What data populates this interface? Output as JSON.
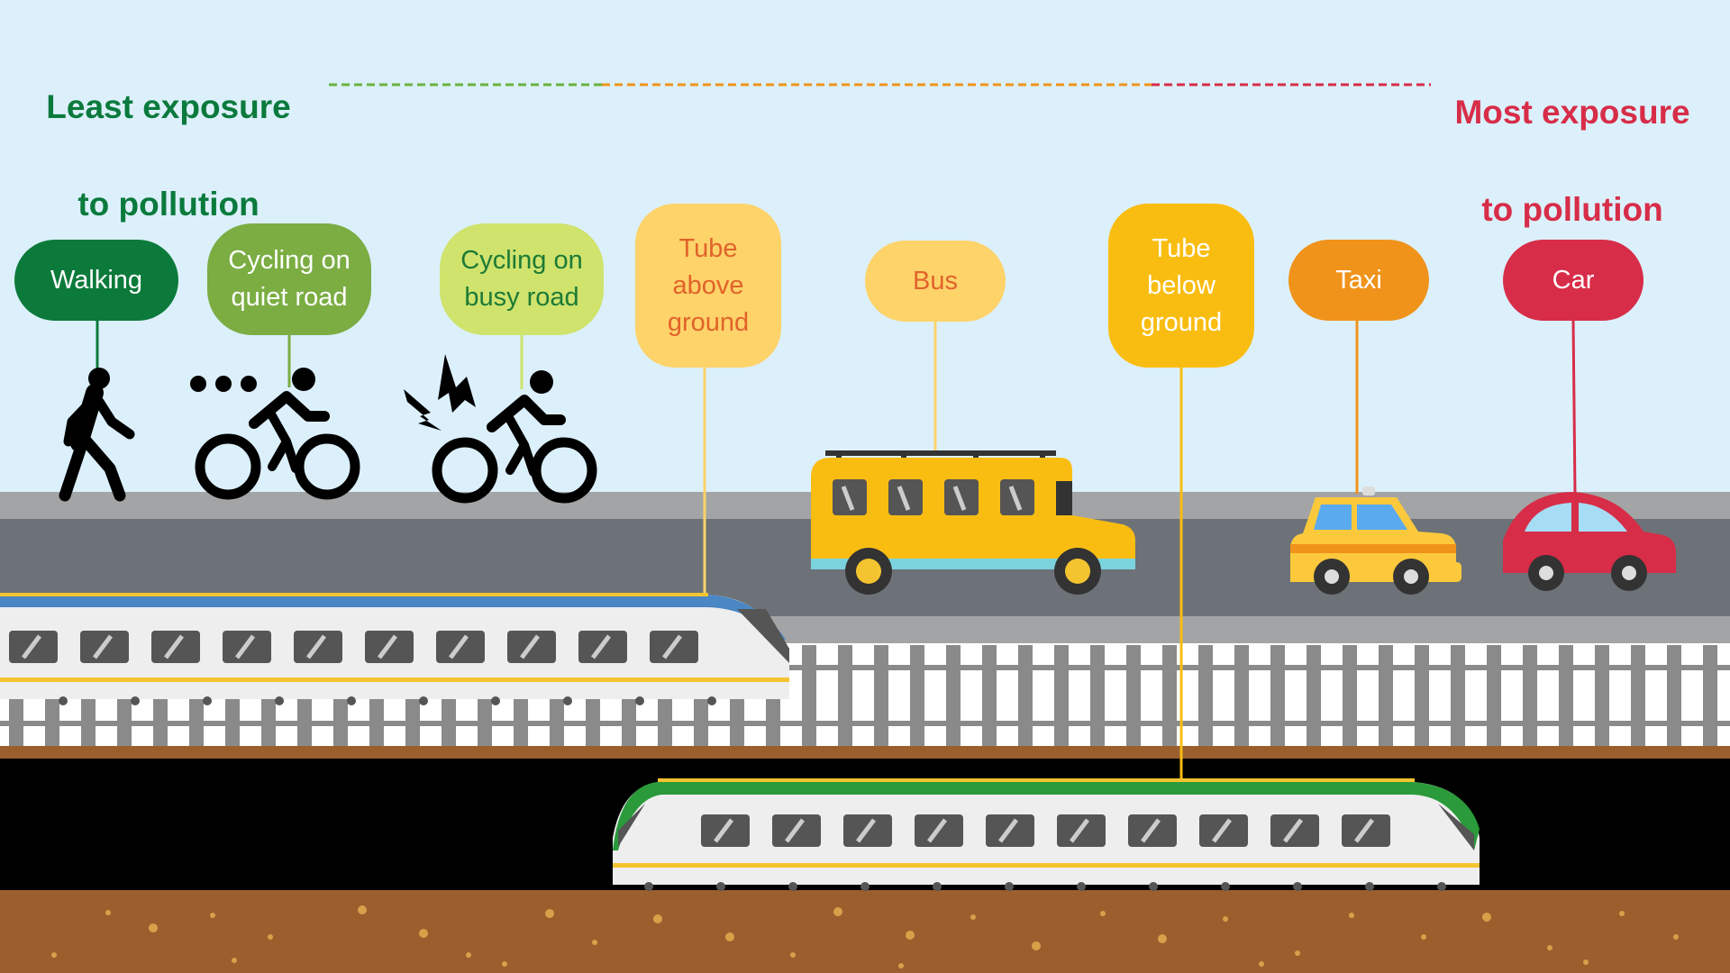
{
  "header": {
    "least": {
      "line1": "Least exposure",
      "line2": "to pollution",
      "color": "#0a7a3c"
    },
    "most": {
      "line1": "Most exposure",
      "line2": "to pollution",
      "color": "#d72d48"
    }
  },
  "scale": {
    "colors": [
      "#6ab23e",
      "#f0931a",
      "#d72d48"
    ]
  },
  "modes": [
    {
      "id": "walking",
      "label": "Walking",
      "bg": "#0c7a3a",
      "fg": "#ffffff"
    },
    {
      "id": "cycling-quiet",
      "label": "Cycling on\nquiet road",
      "bg": "#7bad43",
      "fg": "#ffffff"
    },
    {
      "id": "cycling-busy",
      "label": "Cycling on\nbusy road",
      "bg": "#cfe36d",
      "fg": "#1c7a35"
    },
    {
      "id": "tube-above",
      "label": "Tube\nabove\nground",
      "bg": "#fdd36a",
      "fg": "#e2632a"
    },
    {
      "id": "bus",
      "label": "Bus",
      "bg": "#fdd36a",
      "fg": "#e2632a"
    },
    {
      "id": "tube-below",
      "label": "Tube\nbelow\nground",
      "bg": "#f9bd12",
      "fg": "#ffffff"
    },
    {
      "id": "taxi",
      "label": "Taxi",
      "bg": "#f0931a",
      "fg": "#ffffff"
    },
    {
      "id": "car",
      "label": "Car",
      "bg": "#d72d48",
      "fg": "#ffffff"
    }
  ],
  "colors": {
    "sky": "#dcf0fc",
    "road_edge": "#a3a4a5",
    "road": "#6d7278",
    "ballast": "#ffffff",
    "sleeper": "#8a8a8a",
    "tunnel": "#000000",
    "soil": "#9b5f2e",
    "soil_dots": "#d9a04a",
    "train_body": "#eeeeee",
    "train_window": "#555555",
    "train_above_stripe": "#4a87c4",
    "train_below_stripe": "#2a9a3a",
    "train_yellow": "#f4c430",
    "bus_body": "#f9bd12",
    "taxi_body": "#fdc93c",
    "car_body": "#d72d48"
  }
}
